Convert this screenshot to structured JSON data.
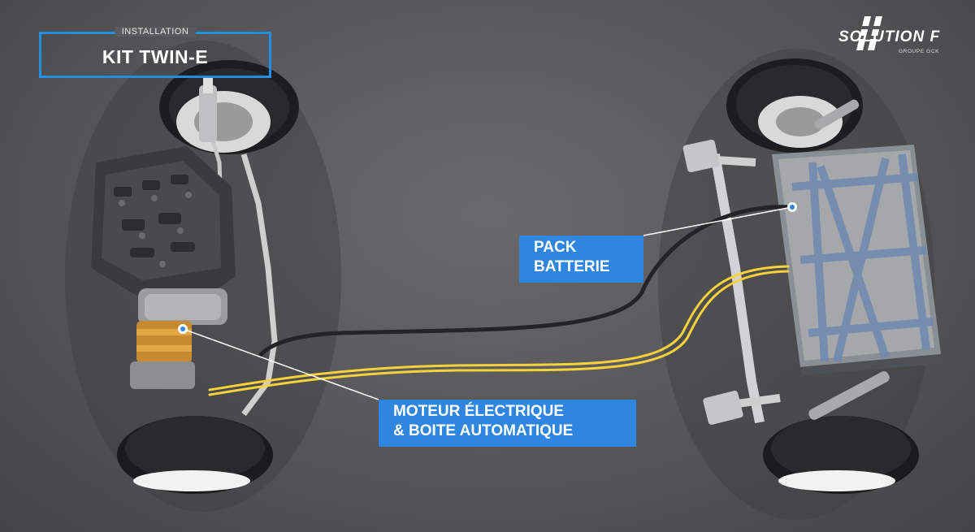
{
  "title": {
    "eyebrow": "INSTALLATION",
    "main": "KIT TWIN-E"
  },
  "logo": {
    "name": "SOLUTION F",
    "subtitle": "GROUPE GCK"
  },
  "callouts": {
    "battery": {
      "line1": "PACK",
      "line2": "BATTERIE"
    },
    "motor": {
      "line1": "MOTEUR ÉLECTRIQUE",
      "line2": "& BOITE AUTOMATIQUE"
    }
  },
  "colors": {
    "accent": "#2f86e0",
    "frame": "#1f8ff0",
    "cable_hv": "#f5d23a",
    "background": "#5a5a5c"
  }
}
